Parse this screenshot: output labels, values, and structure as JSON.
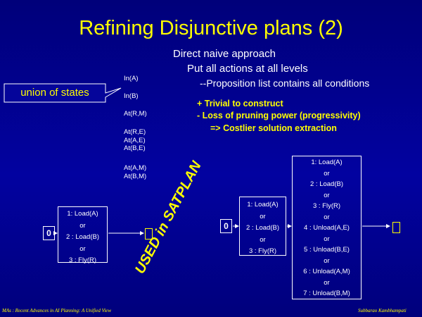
{
  "title": "Refining Disjunctive plans (2)",
  "bullets": {
    "heading": "Direct naive approach",
    "line1": "Put all actions at all levels",
    "line2": "--Proposition list contains all conditions"
  },
  "tradeoffs": {
    "plus": "+ Trivial to construct",
    "minus": "- Loss of pruning power (progressivity)",
    "implication": "=> Costlier solution extraction"
  },
  "union_label": "union of states",
  "propositions": {
    "p1": "In(A)",
    "p2": "In(B)",
    "p3": "At(R,M)",
    "p4": [
      "At(R,E)",
      "At(A,E)",
      "At(B,E)"
    ],
    "p5": [
      "At(A,M)",
      "At(B,M)"
    ]
  },
  "rotated_label": "USED in SATPLAN",
  "left_plan": {
    "start": "0",
    "disjunction": [
      "1: Load(A)",
      "or",
      "2 : Load(B)",
      "or",
      "3 : Fly(R)"
    ],
    "end": ""
  },
  "right_plan": {
    "start": "0",
    "step1": [
      "1: Load(A)",
      "or",
      "2 : Load(B)",
      "or",
      "3 : Fly(R)"
    ],
    "step2": [
      "1: Load(A)",
      "or",
      "2 : Load(B)",
      "or",
      "3 : Fly(R)",
      "or",
      "4 : Unload(A,E)",
      "or",
      "5 : Unload(B,E)",
      "or",
      "6 : Unload(A,M)",
      "or",
      "7  : Unload(B,M)"
    ],
    "end": ""
  },
  "footer": {
    "left": "MAs : Recent Advances in AI Planning: A Unified View",
    "right": "Subbarao Kambhampati"
  }
}
